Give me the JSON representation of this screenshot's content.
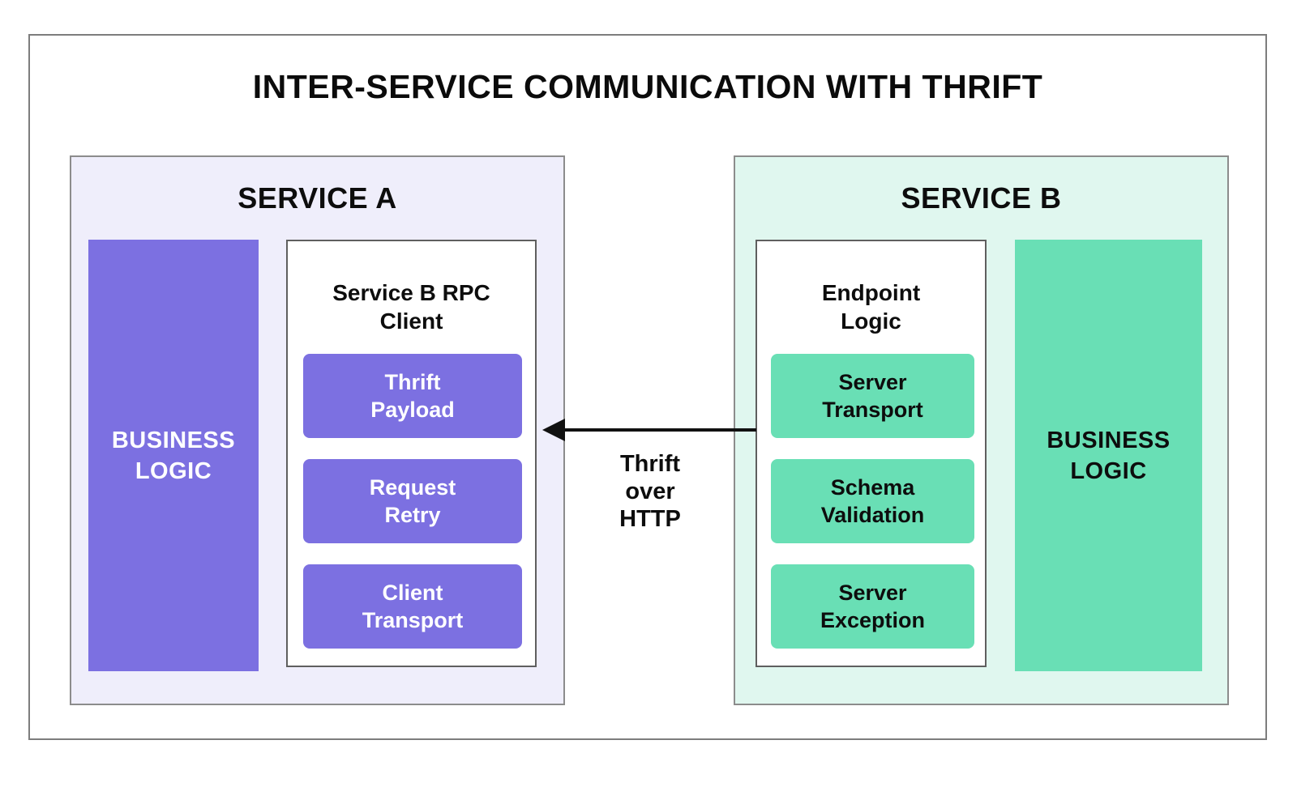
{
  "diagram": {
    "title": "INTER-SERVICE COMMUNICATION WITH THRIFT",
    "arrow_label": "Thrift\nover\nHTTP",
    "service_a": {
      "title": "SERVICE A",
      "business_logic": "BUSINESS\nLOGIC",
      "rpc_client": {
        "title": "Service B RPC\nClient",
        "items": [
          "Thrift\nPayload",
          "Request\nRetry",
          "Client\nTransport"
        ]
      }
    },
    "service_b": {
      "title": "SERVICE B",
      "business_logic": "BUSINESS\nLOGIC",
      "endpoint": {
        "title": "Endpoint\nLogic",
        "items": [
          "Server\nTransport",
          "Schema\nValidation",
          "Server\nException"
        ]
      }
    }
  },
  "colors": {
    "purple": "#7C70E1",
    "purple-light": "#EFEEFB",
    "green": "#69DFB5",
    "green-light": "#E0F7EF",
    "ink": "#0d0d0d",
    "frame-border": "#7d7d7d",
    "panel-border": "#8c8c8c",
    "inner-border": "#5f5f5f"
  }
}
